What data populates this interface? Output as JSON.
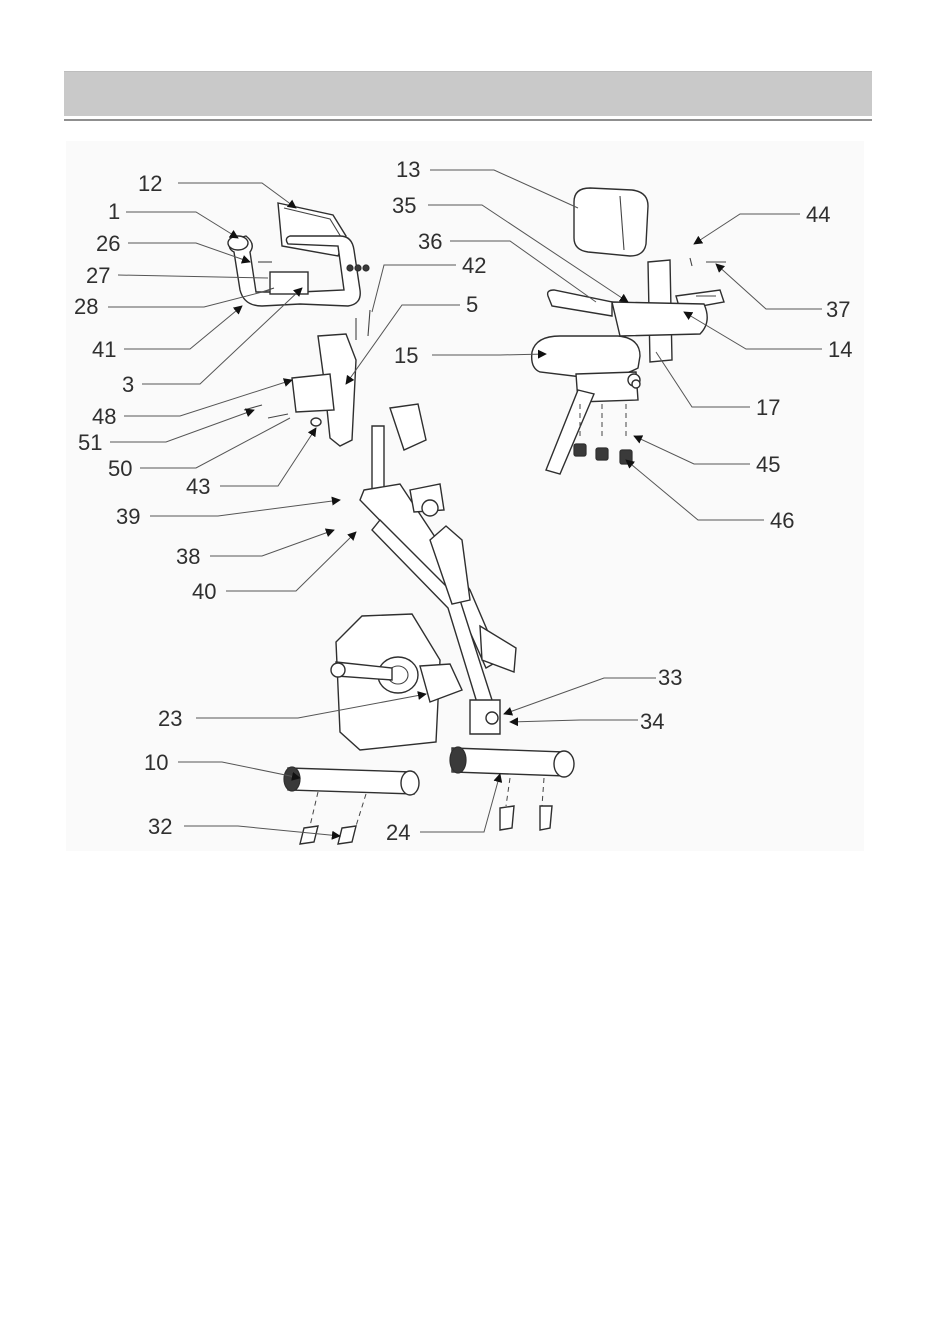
{
  "header": {
    "title": ""
  },
  "diagram": {
    "callouts": [
      {
        "id": "c12",
        "label": "12"
      },
      {
        "id": "c1",
        "label": "1"
      },
      {
        "id": "c26",
        "label": "26"
      },
      {
        "id": "c27",
        "label": "27"
      },
      {
        "id": "c28",
        "label": "28"
      },
      {
        "id": "c41",
        "label": "41"
      },
      {
        "id": "c3",
        "label": "3"
      },
      {
        "id": "c48",
        "label": "48"
      },
      {
        "id": "c51",
        "label": "51"
      },
      {
        "id": "c50",
        "label": "50"
      },
      {
        "id": "c43",
        "label": "43"
      },
      {
        "id": "c39",
        "label": "39"
      },
      {
        "id": "c38",
        "label": "38"
      },
      {
        "id": "c40",
        "label": "40"
      },
      {
        "id": "c23",
        "label": "23"
      },
      {
        "id": "c10",
        "label": "10"
      },
      {
        "id": "c32",
        "label": "32"
      },
      {
        "id": "c24",
        "label": "24"
      },
      {
        "id": "c33",
        "label": "33"
      },
      {
        "id": "c34",
        "label": "34"
      },
      {
        "id": "c13",
        "label": "13"
      },
      {
        "id": "c35",
        "label": "35"
      },
      {
        "id": "c36",
        "label": "36"
      },
      {
        "id": "c42",
        "label": "42"
      },
      {
        "id": "c5",
        "label": "5"
      },
      {
        "id": "c15",
        "label": "15"
      },
      {
        "id": "c44",
        "label": "44"
      },
      {
        "id": "c37",
        "label": "37"
      },
      {
        "id": "c14",
        "label": "14"
      },
      {
        "id": "c17",
        "label": "17"
      },
      {
        "id": "c45",
        "label": "45"
      },
      {
        "id": "c46",
        "label": "46"
      }
    ]
  }
}
